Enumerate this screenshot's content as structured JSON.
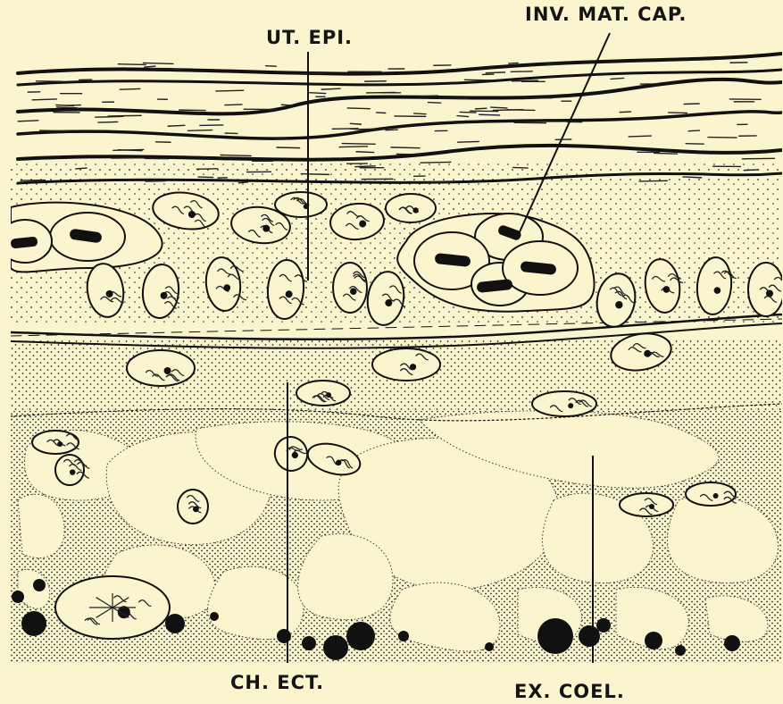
{
  "labels": {
    "ut_epi": "UT. EPI.",
    "inv_mat_cap": "INV. MAT. CAP.",
    "ch_ect": "CH. ECT.",
    "ex_coel": "EX. COEL."
  },
  "colors": {
    "background": "#fbf5cf",
    "ink": "#151515"
  }
}
